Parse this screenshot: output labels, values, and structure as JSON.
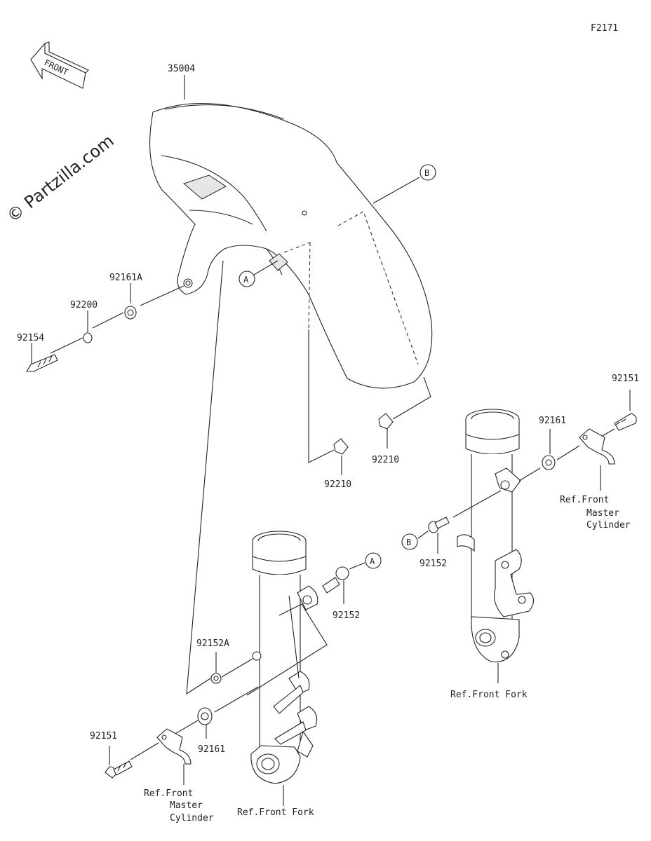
{
  "figure_code": "F2171",
  "watermark": "© Partzilla.com",
  "front_arrow_label": "FRONT",
  "callouts": {
    "a": "A",
    "b": "B"
  },
  "parts": {
    "fender": "35004",
    "collar_a": "92161A",
    "washer": "92200",
    "bolt_left": "92154",
    "nut_rear": "92210",
    "nut_front": "92210",
    "bolt_right": "92151",
    "collar_right": "92161",
    "bolt_b": "92152",
    "bolt_a": "92152",
    "bolt_92152a": "92152A",
    "bolt_bottom": "92151",
    "collar_bottom": "92161"
  },
  "refs": {
    "fork_right": "Ref.Front Fork",
    "fork_left": "Ref.Front Fork",
    "master_right": [
      "Ref.Front",
      "Master",
      "Cylinder"
    ],
    "master_left": [
      "Ref.Front",
      "Master",
      "Cylinder"
    ]
  }
}
